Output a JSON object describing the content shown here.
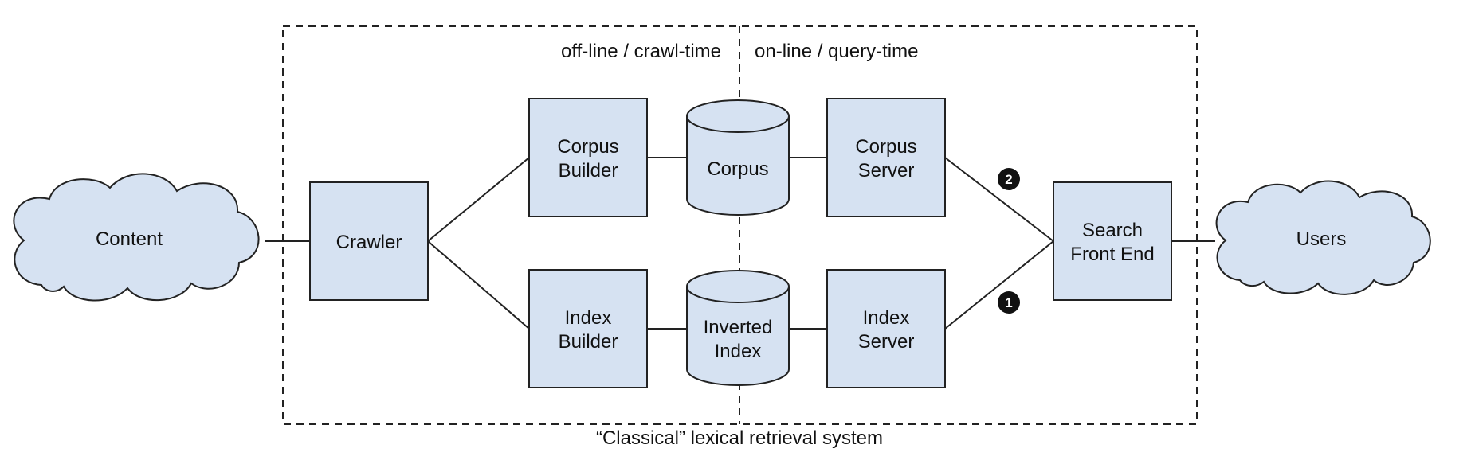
{
  "regions": {
    "offline": "off-line / crawl-time",
    "online": "on-line / query-time",
    "system": "“Classical” lexical retrieval system"
  },
  "nodes": {
    "content": [
      "Content"
    ],
    "crawler": [
      "Crawler"
    ],
    "corpus_builder": [
      "Corpus",
      "Builder"
    ],
    "index_builder": [
      "Index",
      "Builder"
    ],
    "corpus": [
      "Corpus"
    ],
    "inverted_index": [
      "Inverted",
      "Index"
    ],
    "corpus_server": [
      "Corpus",
      "Server"
    ],
    "index_server": [
      "Index",
      "Server"
    ],
    "search_front_end": [
      "Search",
      "Front End"
    ],
    "users": [
      "Users"
    ]
  },
  "badges": {
    "corpus_server_link": "2",
    "index_server_link": "1"
  },
  "colors": {
    "fill": "#d6e2f2",
    "stroke": "#222222",
    "badge": "#111111"
  }
}
